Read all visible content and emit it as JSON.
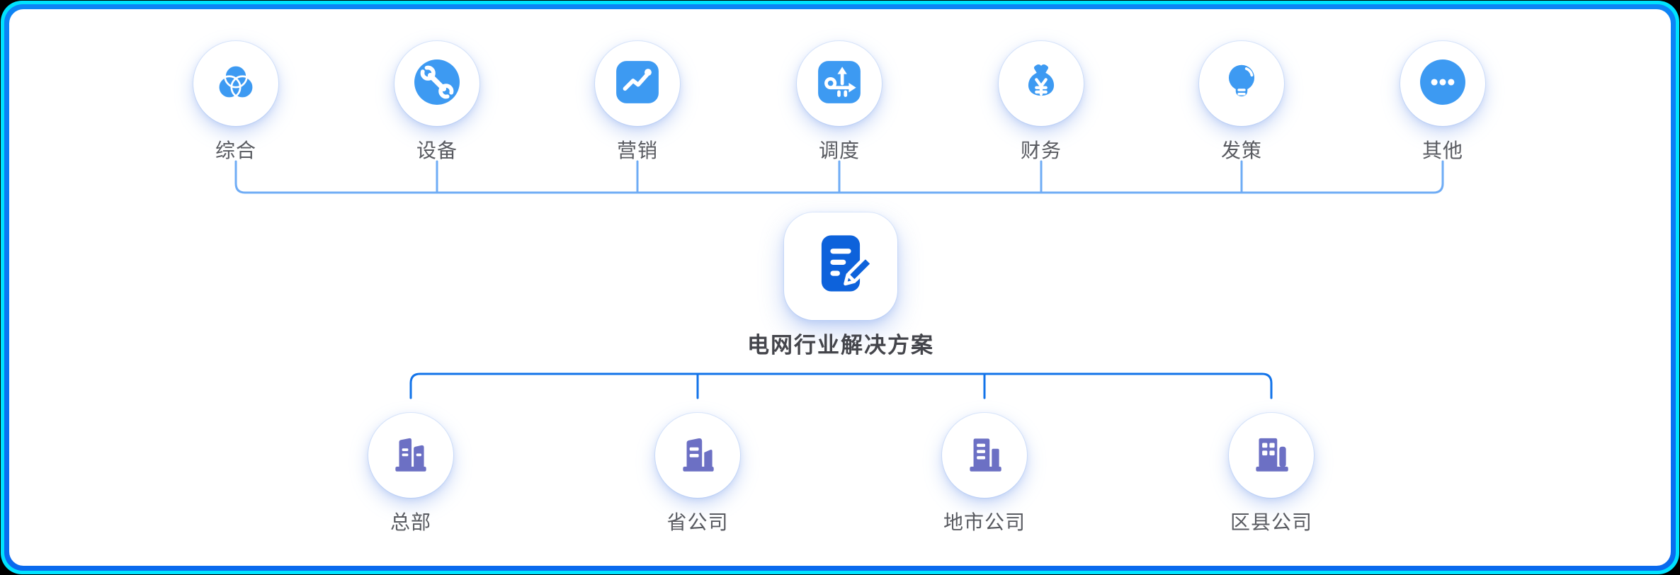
{
  "diagram": {
    "center": {
      "label": "电网行业解决方案",
      "icon": "document-edit-icon"
    },
    "departments": [
      {
        "label": "综合",
        "icon": "venn-circles-icon"
      },
      {
        "label": "设备",
        "icon": "wrench-icon"
      },
      {
        "label": "营销",
        "icon": "trend-chart-icon"
      },
      {
        "label": "调度",
        "icon": "route-arrows-icon"
      },
      {
        "label": "财务",
        "icon": "money-bag-icon"
      },
      {
        "label": "发策",
        "icon": "light-bulb-icon"
      },
      {
        "label": "其他",
        "icon": "ellipsis-icon"
      }
    ],
    "organizations": [
      {
        "label": "总部",
        "icon": "headquarters-building-icon"
      },
      {
        "label": "省公司",
        "icon": "province-building-icon"
      },
      {
        "label": "地市公司",
        "icon": "city-building-icon"
      },
      {
        "label": "区县公司",
        "icon": "county-building-icon"
      }
    ],
    "colors": {
      "department_icon_blue": "#3D9AF2",
      "center_icon_blue": "#0D62DB",
      "organization_icon_purple": "#6C70C4",
      "top_connector_blue": "#6FACF5",
      "bottom_connector_blue": "#1273E9",
      "border_outer_cyan": "#00E2FE",
      "border_inner_blue": "#0A6AEE",
      "label_gray": "#585A60"
    }
  }
}
